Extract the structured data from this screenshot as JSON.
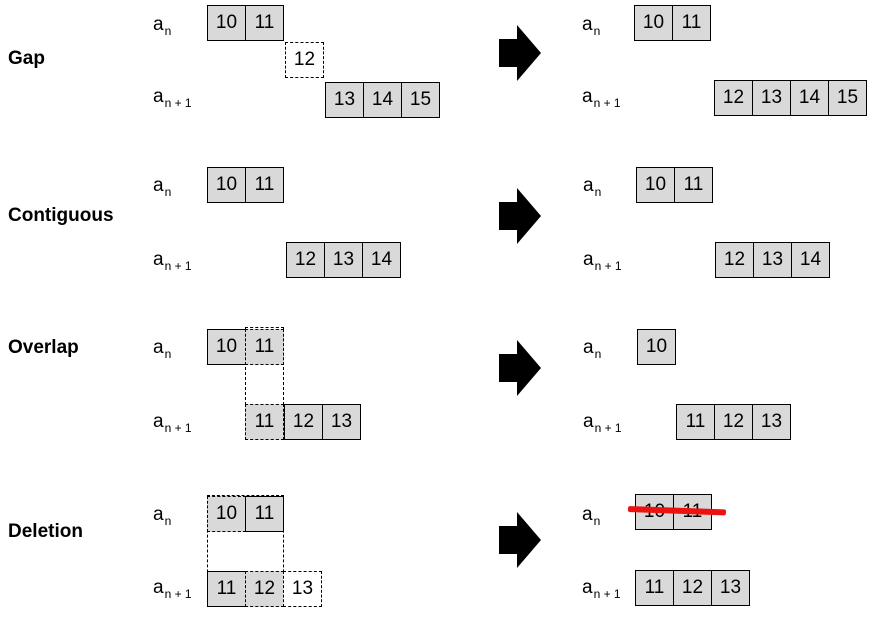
{
  "sections": {
    "gap": "Gap",
    "contiguous": "Contiguous",
    "overlap": "Overlap",
    "deletion": "Deletion"
  },
  "row_labels": {
    "base": "a",
    "n": "n",
    "n_plus_1": "n + 1"
  },
  "values": {
    "v10": "10",
    "v11": "11",
    "v12": "12",
    "v13": "13",
    "v14": "14",
    "v15": "15"
  },
  "colors": {
    "cell_fill": "#d9d9d9",
    "strike": "#ee1111",
    "arrow": "#000000"
  }
}
